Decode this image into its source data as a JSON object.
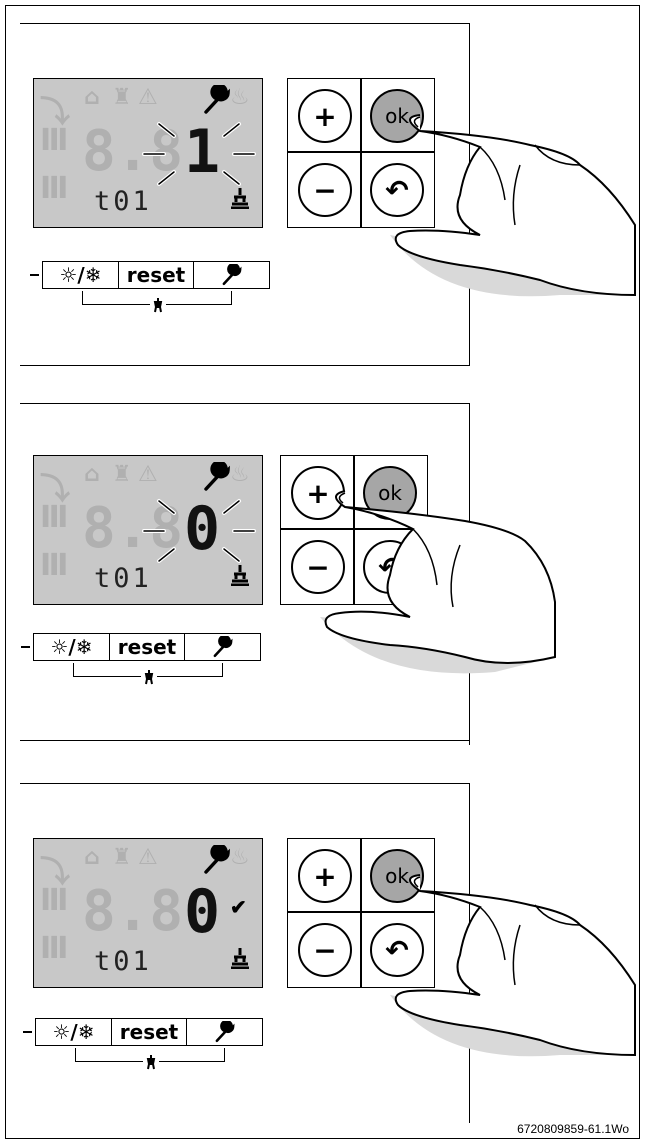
{
  "panels": [
    {
      "lcd_code": "t01",
      "value": "1",
      "value_blinking": true,
      "confirm_mark": "",
      "keys": {
        "plus": "+",
        "ok": "ok",
        "minus": "−",
        "back": "↶"
      },
      "buttons": {
        "mode": "☼/❄",
        "reset": "reset",
        "service": ""
      },
      "pressed_key": "ok"
    },
    {
      "lcd_code": "t01",
      "value": "0",
      "value_blinking": true,
      "confirm_mark": "",
      "keys": {
        "plus": "+",
        "ok": "ok",
        "minus": "−",
        "back": "↶"
      },
      "buttons": {
        "mode": "☼/❄",
        "reset": "reset",
        "service": ""
      },
      "pressed_key": "plus"
    },
    {
      "lcd_code": "t01",
      "value": "0",
      "value_blinking": false,
      "confirm_mark": "✔",
      "keys": {
        "plus": "+",
        "ok": "ok",
        "minus": "−",
        "back": "↶"
      },
      "buttons": {
        "mode": "☼/❄",
        "reset": "reset",
        "service": ""
      },
      "pressed_key": "ok"
    }
  ],
  "caption": "6720809859-61.1Wo",
  "colors": {
    "lcd_background": "#c8c8c8",
    "ok_key": "#a6a6a6",
    "hand_shadow": "#d9d9d9"
  },
  "icons": [
    "wrench-icon",
    "sun-icon",
    "snowflake-icon",
    "chimney-sweep-icon",
    "flame-level-icon",
    "back-arrow-icon"
  ]
}
